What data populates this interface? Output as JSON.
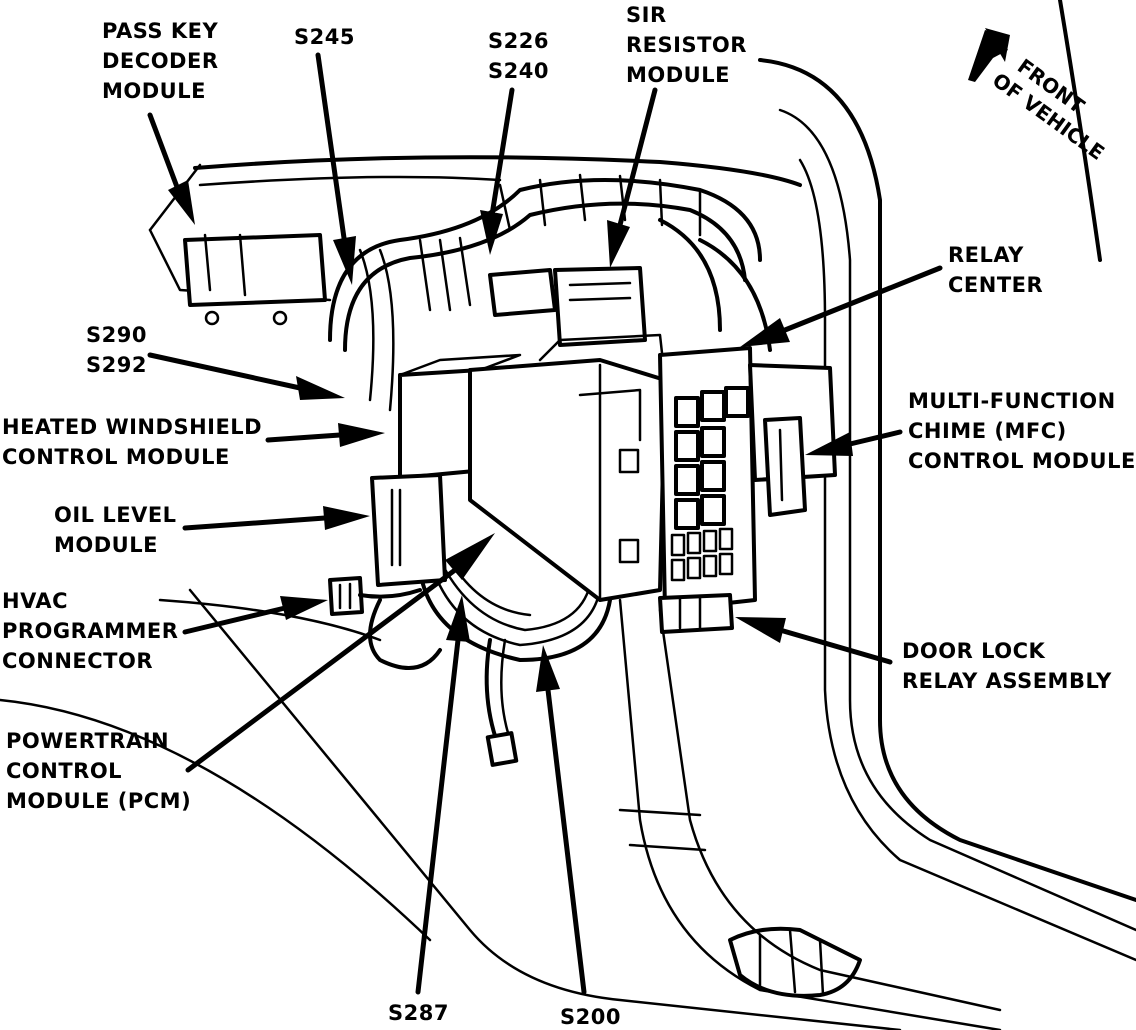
{
  "labels": {
    "pass_key": [
      "PASS KEY",
      "DECODER",
      "MODULE"
    ],
    "s245": "S245",
    "s226_s240": [
      "S226",
      "S240"
    ],
    "sir": [
      "SIR",
      "RESISTOR",
      "MODULE"
    ],
    "front": [
      "FRONT",
      "OF VEHICLE"
    ],
    "relay_center": [
      "RELAY",
      "CENTER"
    ],
    "s290_s292": [
      "S290",
      "S292"
    ],
    "heated_windshield": [
      "HEATED WINDSHIELD",
      "CONTROL MODULE"
    ],
    "mfc": [
      "MULTI-FUNCTION",
      "CHIME (MFC)",
      "CONTROL MODULE"
    ],
    "oil_level": [
      "OIL LEVEL",
      "MODULE"
    ],
    "hvac": [
      "HVAC",
      "PROGRAMMER",
      "CONNECTOR"
    ],
    "door_lock": [
      "DOOR LOCK",
      "RELAY ASSEMBLY"
    ],
    "pcm": [
      "POWERTRAIN",
      "CONTROL",
      "MODULE (PCM)"
    ],
    "s287": "S287",
    "s200": "S200"
  },
  "colors": {
    "ink": "#000000",
    "paper": "#ffffff"
  }
}
